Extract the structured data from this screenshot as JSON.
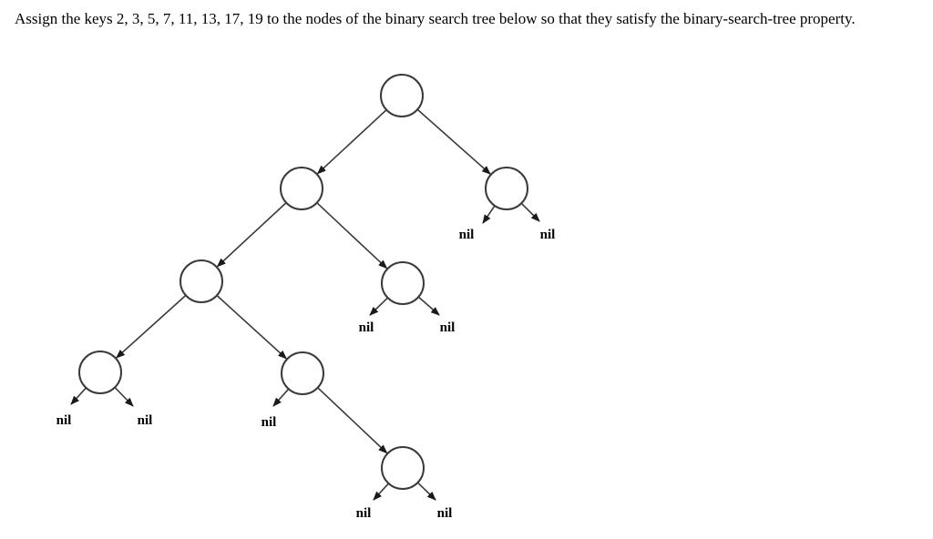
{
  "question": {
    "text": "Assign the keys 2, 3, 5, 7, 11, 13, 17, 19 to the nodes of the binary search tree below so that they satisfy the binary-search-tree property."
  },
  "tree": {
    "nodes": [
      {
        "id": "root",
        "left": "n-l",
        "right": "n-r",
        "key": ""
      },
      {
        "id": "n-l",
        "left": "n-ll",
        "right": "n-lr",
        "key": ""
      },
      {
        "id": "n-r",
        "left": "nil",
        "right": "nil",
        "key": ""
      },
      {
        "id": "n-ll",
        "left": "n-lll",
        "right": "n-llr",
        "key": ""
      },
      {
        "id": "n-lr",
        "left": "nil",
        "right": "nil",
        "key": ""
      },
      {
        "id": "n-lll",
        "left": "nil",
        "right": "nil",
        "key": ""
      },
      {
        "id": "n-llr",
        "left": "nil",
        "right": "n-llrr",
        "key": ""
      },
      {
        "id": "n-llrr",
        "left": "nil",
        "right": "nil",
        "key": ""
      }
    ],
    "nil_label": "nil",
    "colors": {
      "stroke": "#3a3a3a",
      "fill": "#ffffff",
      "text": "#000000"
    }
  }
}
